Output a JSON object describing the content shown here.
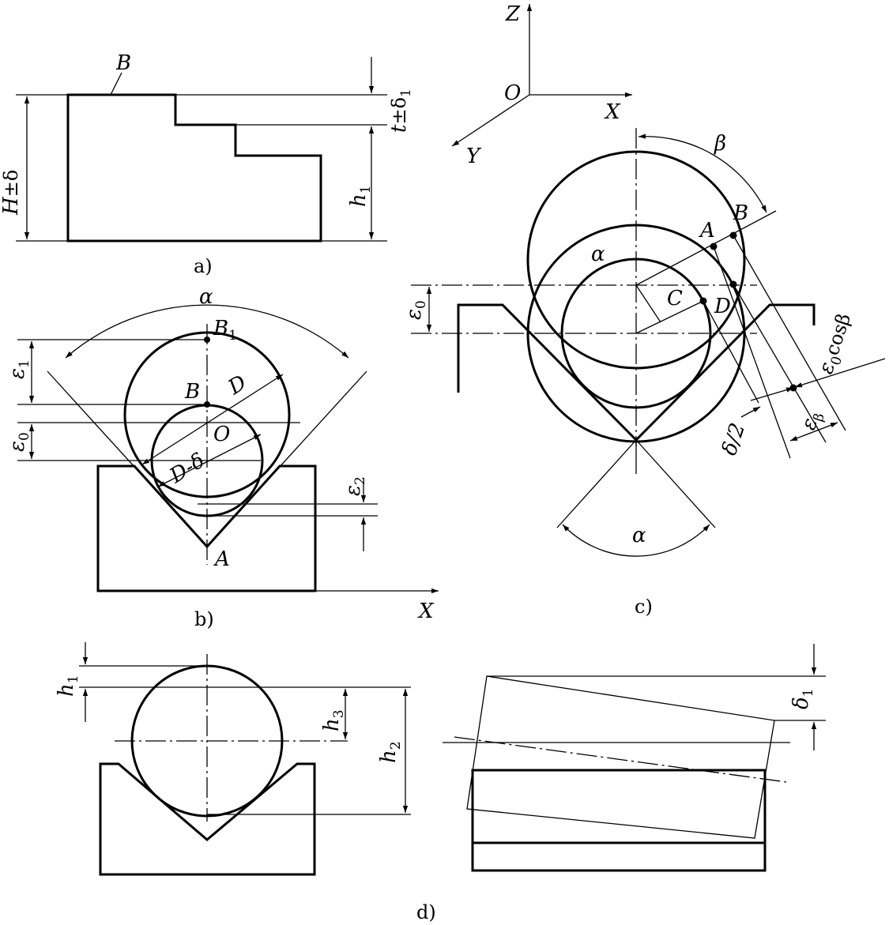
{
  "panels": {
    "a": {
      "caption": "a)",
      "labels": {
        "B": "B",
        "H": "H",
        "H_tol": "±δ",
        "t": "t",
        "t_tol": "±δ",
        "t_tol_sub": "1",
        "h": "h",
        "h_sub": "1"
      }
    },
    "b": {
      "caption": "b)",
      "labels": {
        "alpha": "α",
        "B1": "B",
        "B1_sub": "1",
        "B": "B",
        "D": "D",
        "D_delta": "D-δ",
        "O": "O",
        "A": "A",
        "X": "X",
        "eps": "ε",
        "eps1_sub": "1",
        "eps0_sub": "0",
        "eps2_sub": "2"
      }
    },
    "axes": {
      "Z": "Z",
      "O": "O",
      "X": "X",
      "Y": "Y"
    },
    "c": {
      "caption": "c)",
      "labels": {
        "beta": "β",
        "B": "B",
        "A": "A",
        "alpha": "α",
        "C": "C",
        "D": "D",
        "eps": "ε",
        "eps0_sub": "0",
        "eps0cos": "cosβ",
        "eps_beta_sub": "β",
        "delta_half": "δ/2",
        "alpha_bottom": "α"
      }
    },
    "d": {
      "caption": "d)",
      "labels": {
        "h": "h",
        "h1_sub": "1",
        "h2_sub": "2",
        "h3_sub": "3",
        "delta": "δ",
        "delta1_sub": "1"
      }
    }
  },
  "colors": {
    "ink": "#000000",
    "paper": "#ffffff"
  }
}
